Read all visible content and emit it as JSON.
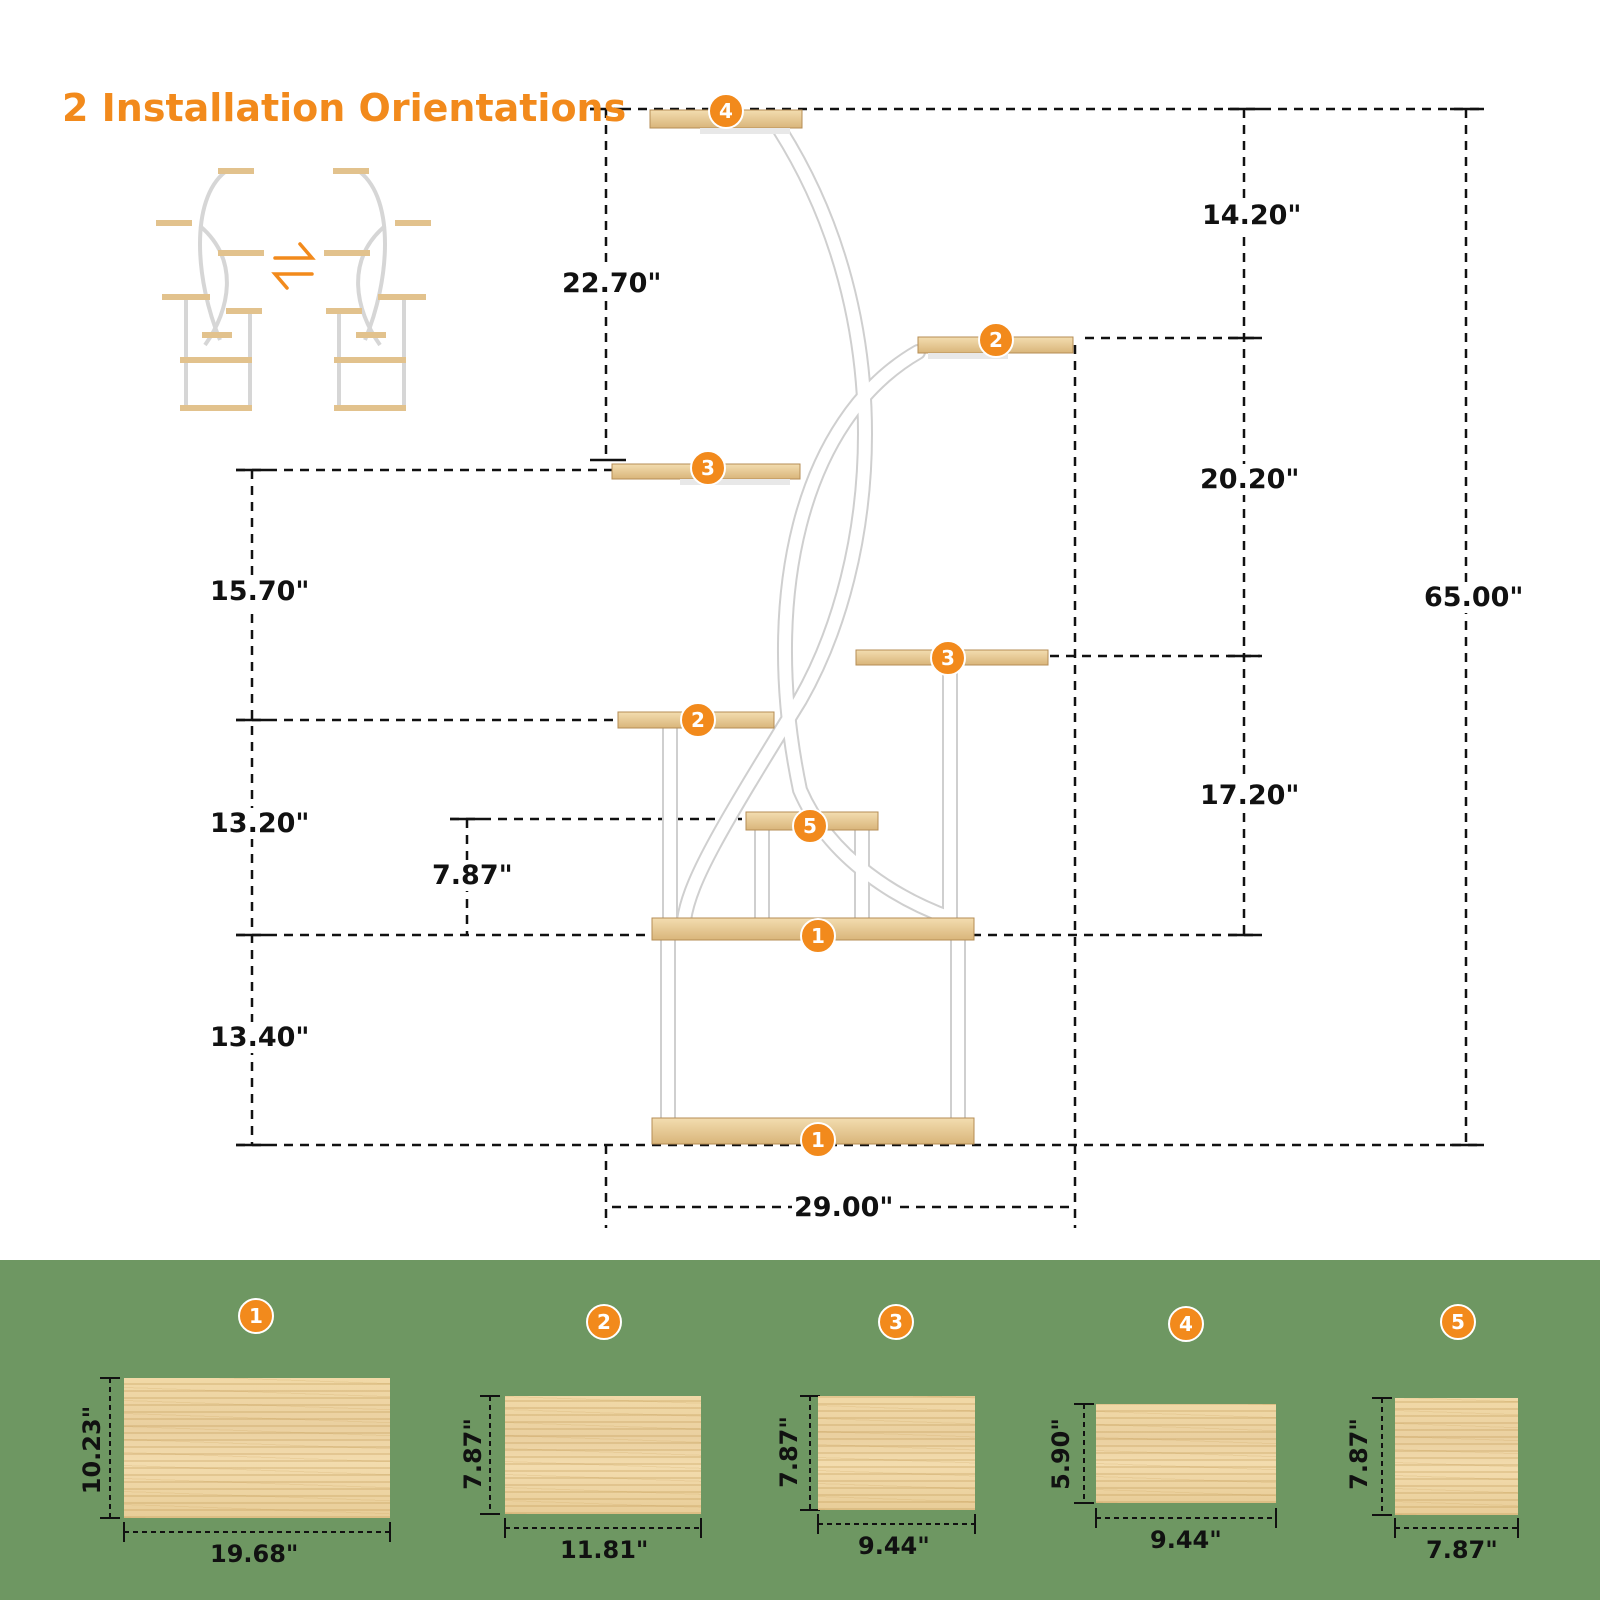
{
  "title": "2 Installation Orientations",
  "orientation_swap_icon": "swap-arrows-icon",
  "overall_dims": {
    "total_height": "65.00\"",
    "width": "29.00\"",
    "left_top": "22.70\"",
    "left_upper": "15.70\"",
    "left_middle": "13.20\"",
    "left_lower": "13.40\"",
    "left_small": "7.87\"",
    "right_top": "14.20\"",
    "right_middle": "20.20\"",
    "right_lower": "17.20\""
  },
  "shelf_labels": [
    "4",
    "2",
    "3",
    "3",
    "2",
    "5",
    "1",
    "1"
  ],
  "boards": [
    {
      "number": "1",
      "width": "19.68\"",
      "depth": "10.23\""
    },
    {
      "number": "2",
      "width": "11.81\"",
      "depth": "7.87\""
    },
    {
      "number": "3",
      "width": "9.44\"",
      "depth": "7.87\""
    },
    {
      "number": "4",
      "width": "9.44\"",
      "depth": "5.90\""
    },
    {
      "number": "5",
      "width": "7.87\"",
      "depth": "7.87\""
    }
  ],
  "colors": {
    "accent": "#f28a1c",
    "panel_bg": "#6e9762",
    "wood": "#ead0a0",
    "frame": "#ffffff"
  }
}
